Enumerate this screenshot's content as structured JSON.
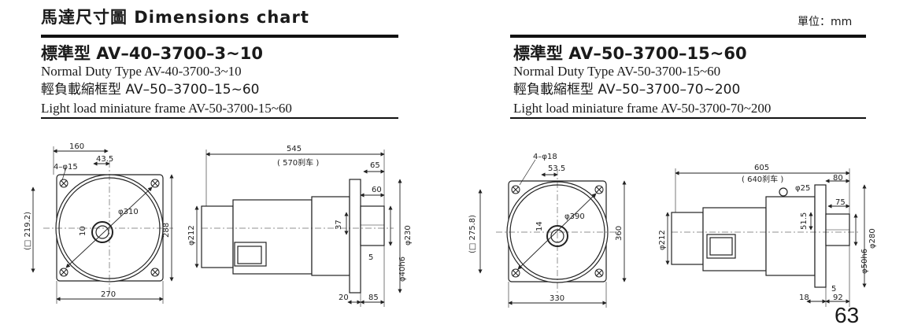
{
  "header": {
    "title": "馬達尺寸圖 Dimensions chart",
    "unit": "單位：mm"
  },
  "left_spec": {
    "heading": "標準型 AV–40–3700–3~10",
    "line1": "Normal Duty Type   AV-40-3700-3~10",
    "line2": "輕負載縮框型  AV–50–3700–15~60",
    "line3": "Light load miniature frame  AV-50-3700-15~60"
  },
  "right_spec": {
    "heading": "標準型 AV–50–3700–15~60",
    "line1": "Normal Duty Type   AV-50-3700-15~60",
    "line2": "輕負載縮框型  AV–50–3700–70~200",
    "line3": "Light load miniature frame  AV-50-3700-70~200"
  },
  "left_front": {
    "w_top": "160",
    "holes": "4–φ15",
    "c435": "43.5",
    "dia": "φ310",
    "key": "10",
    "frame": "(□ 219.2)",
    "height": "288",
    "w_bottom": "270"
  },
  "left_side": {
    "length": "545",
    "brake": "( 570刹车 )",
    "d65": "65",
    "d60": "60",
    "d37": "37",
    "d5": "5",
    "dia212": "φ212",
    "dia230": "φ230",
    "shaft": "φ40h6",
    "d20": "20",
    "d85": "85"
  },
  "right_front": {
    "holes": "4–φ18",
    "c535": "53.5",
    "key": "14",
    "dia": "φ390",
    "frame": "(□ 275.8)",
    "height": "360",
    "w_bottom": "330"
  },
  "right_side": {
    "length": "605",
    "brake": "( 640刹车 )",
    "eyebolt": "φ25",
    "d80": "80",
    "d75": "75",
    "d515": "51.5",
    "dia212": "φ212",
    "dia280": "φ280",
    "shaft": "φ50h6",
    "d5": "5",
    "d18": "18",
    "d92": "92"
  },
  "page": {
    "number": "63"
  }
}
